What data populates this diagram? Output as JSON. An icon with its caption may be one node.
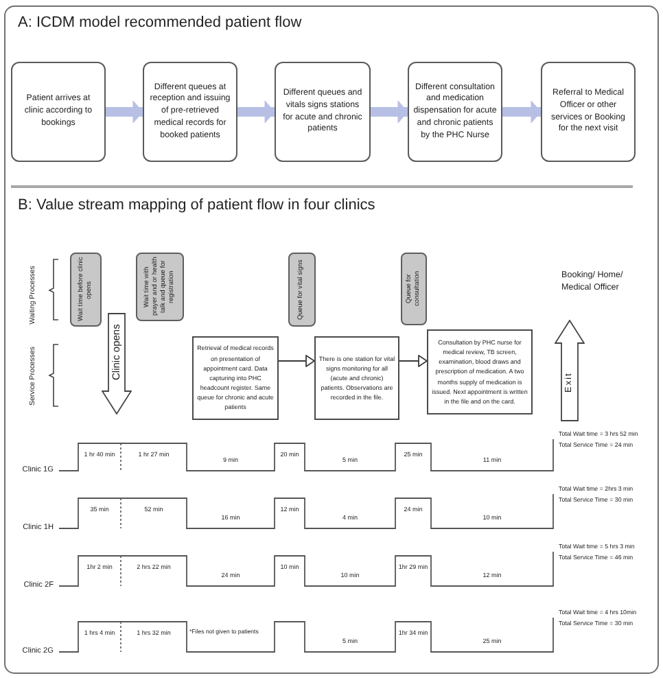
{
  "diagram": {
    "nodes": [
      {
        "text": [
          "Patient arrives at clinic according to bookings"
        ]
      },
      {
        "text": [
          "Different queues at reception and issuing of pre-retrieved medical records for booked patients"
        ]
      },
      {
        "text": [
          "Different queues and vitals signs stations for acute and chronic patients"
        ]
      },
      {
        "text": [
          "Different consultation and medication dispensation for acute and chronic patients by the PHC Nurse"
        ]
      },
      {
        "text": [
          "Referral to Medical Officer or other services or Booking for the next visit"
        ]
      },
      {
        "text": [
          "Wait time before clinic opens"
        ]
      },
      {
        "text": [
          "Wait time with prayer and or health talk and queue for registration"
        ]
      },
      {
        "text": [
          "Queue for vital signs"
        ]
      },
      {
        "text": [
          "Queue for consultation"
        ]
      },
      {
        "text": [
          "Clinic opens"
        ]
      },
      {
        "text": [
          "Retrieval of medical records on presentation of appointment card. Data capturing into PHC headcount register. Same queue for chronic and acute patients"
        ]
      },
      {
        "text": [
          "There is one station for vital signs monitoring for all (acute and chronic) patients. Observations are recorded in the file."
        ]
      },
      {
        "text": [
          "Consultation by PHC nurse for medical review, TB screen, examination, blood draws and prescription of medication. A two months supply of medication is issued. Next appointment is written in the file and on the card."
        ]
      },
      {
        "text": [
          "Exit"
        ]
      }
    ],
    "edges": [
      {
        "from": 0,
        "to": 1,
        "arrow": "to",
        "color": "#b7c0e4"
      },
      {
        "from": 1,
        "to": 2,
        "arrow": "to",
        "color": "#b7c0e4"
      },
      {
        "from": 2,
        "to": 3,
        "arrow": "to",
        "color": "#b7c0e4"
      },
      {
        "from": 3,
        "to": 4,
        "arrow": "to",
        "color": "#b7c0e4"
      },
      {
        "from": 10,
        "to": 11,
        "arrow": "to",
        "color": "#3a3a3a"
      },
      {
        "from": 11,
        "to": 12,
        "arrow": "to",
        "color": "#3a3a3a"
      }
    ],
    "labels": [
      "A: ICDM model recommended patient flow",
      "B: Value stream mapping of patient flow in four clinics",
      "Waiting Processes",
      "Service Processes",
      "Booking/ Home/ Medical Officer",
      "Clinic 1G",
      "1 hr 40 min",
      "1 hr 27 min",
      "9 min",
      "20 min",
      "5 min",
      "25 min",
      "11 min",
      "Total Wait time = 3 hrs 52 min",
      "Total Service Time = 24 min",
      "Clinic 1H",
      "35 min",
      "52 min",
      "16 min",
      "12 min",
      "4 min",
      "24 min",
      "10 min",
      "Total Wait time = 2hrs 3 min",
      "Total Service Time = 30 min",
      "Clinic 2F",
      "1hr 2 min",
      "2 hrs 22 min",
      "24 min",
      "10 min",
      "10 min",
      "1hr 29 min",
      "12 min",
      "Total Wait time = 5 hrs 3 min",
      "Total Service Time = 46 min",
      "Clinic 2G",
      "1 hrs 4 min",
      "1 hrs 32 min",
      "*Files not given to patients",
      "5 min",
      "1hr 34 min",
      "25 min",
      "Total Wait time = 4 hrs 10min",
      "Total Service Time = 30 min"
    ]
  }
}
